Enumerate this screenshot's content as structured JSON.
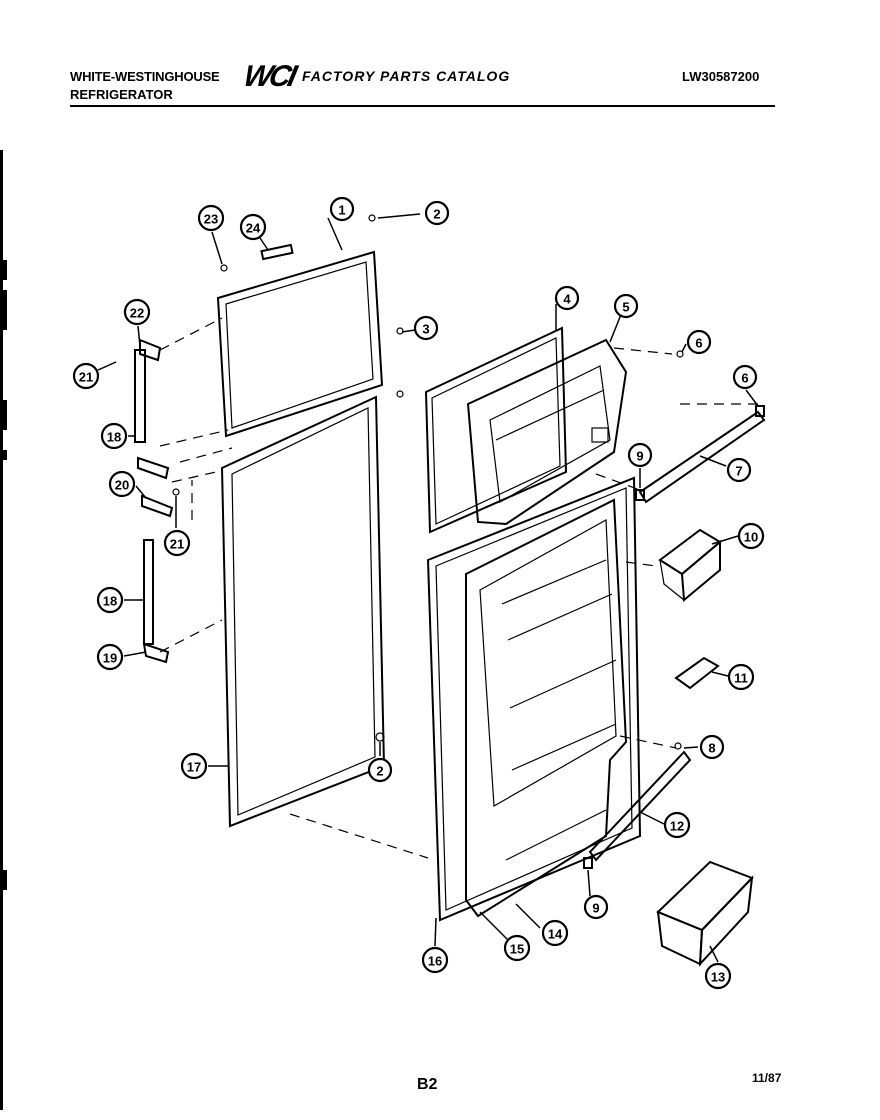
{
  "header": {
    "brand": "WHITE-WESTINGHOUSE",
    "product": "REFRIGERATOR",
    "logo": "WCI",
    "catalog_title": "FACTORY PARTS CATALOG",
    "model_number": "LW30587200"
  },
  "footer": {
    "page_label": "B2",
    "date": "11/87"
  },
  "callouts": [
    {
      "id": "c1",
      "label": "1"
    },
    {
      "id": "c2a",
      "label": "2"
    },
    {
      "id": "c3",
      "label": "3"
    },
    {
      "id": "c4",
      "label": "4"
    },
    {
      "id": "c5",
      "label": "5"
    },
    {
      "id": "c6a",
      "label": "6"
    },
    {
      "id": "c6b",
      "label": "6"
    },
    {
      "id": "c7",
      "label": "7"
    },
    {
      "id": "c9a",
      "label": "9"
    },
    {
      "id": "c10",
      "label": "10"
    },
    {
      "id": "c11",
      "label": "11"
    },
    {
      "id": "c8",
      "label": "8"
    },
    {
      "id": "c12",
      "label": "12"
    },
    {
      "id": "c9b",
      "label": "9"
    },
    {
      "id": "c13",
      "label": "13"
    },
    {
      "id": "c14",
      "label": "14"
    },
    {
      "id": "c15",
      "label": "15"
    },
    {
      "id": "c16",
      "label": "16"
    },
    {
      "id": "c17",
      "label": "17"
    },
    {
      "id": "c2b",
      "label": "2"
    },
    {
      "id": "c18a",
      "label": "18"
    },
    {
      "id": "c18b",
      "label": "18"
    },
    {
      "id": "c19",
      "label": "19"
    },
    {
      "id": "c20",
      "label": "20"
    },
    {
      "id": "c21a",
      "label": "21"
    },
    {
      "id": "c21b",
      "label": "21"
    },
    {
      "id": "c22",
      "label": "22"
    },
    {
      "id": "c23",
      "label": "23"
    },
    {
      "id": "c24",
      "label": "24"
    }
  ]
}
